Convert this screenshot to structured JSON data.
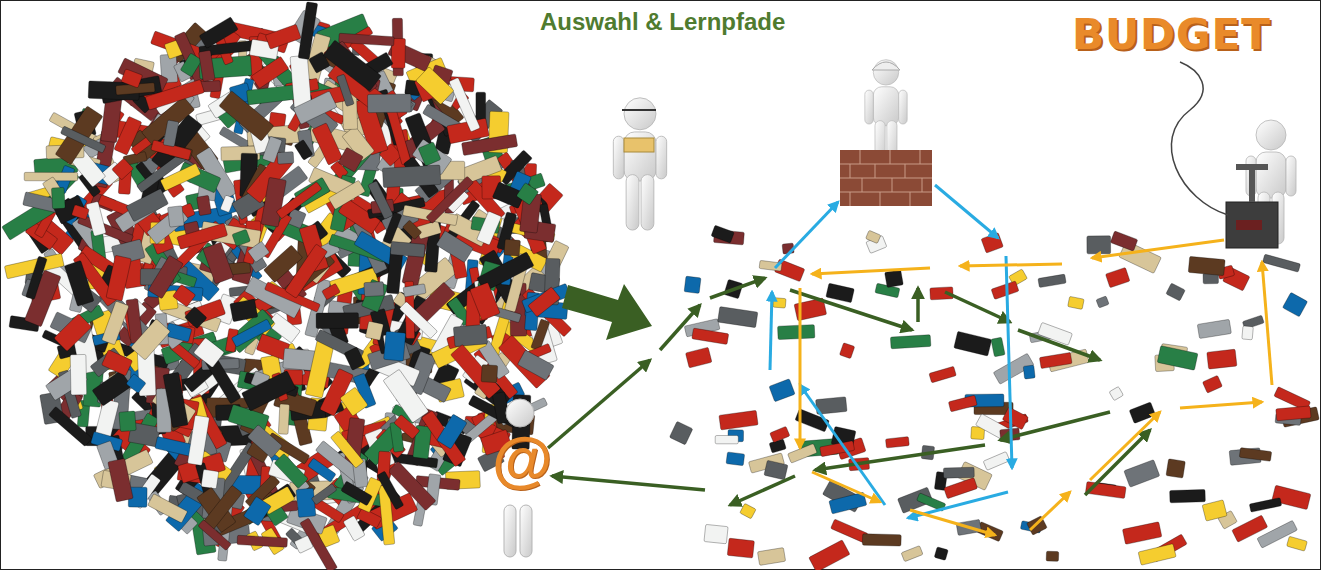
{
  "diagram": {
    "title": "Auswahl & Lernpfade",
    "labels": [
      "BUDGET",
      "@"
    ]
  }
}
